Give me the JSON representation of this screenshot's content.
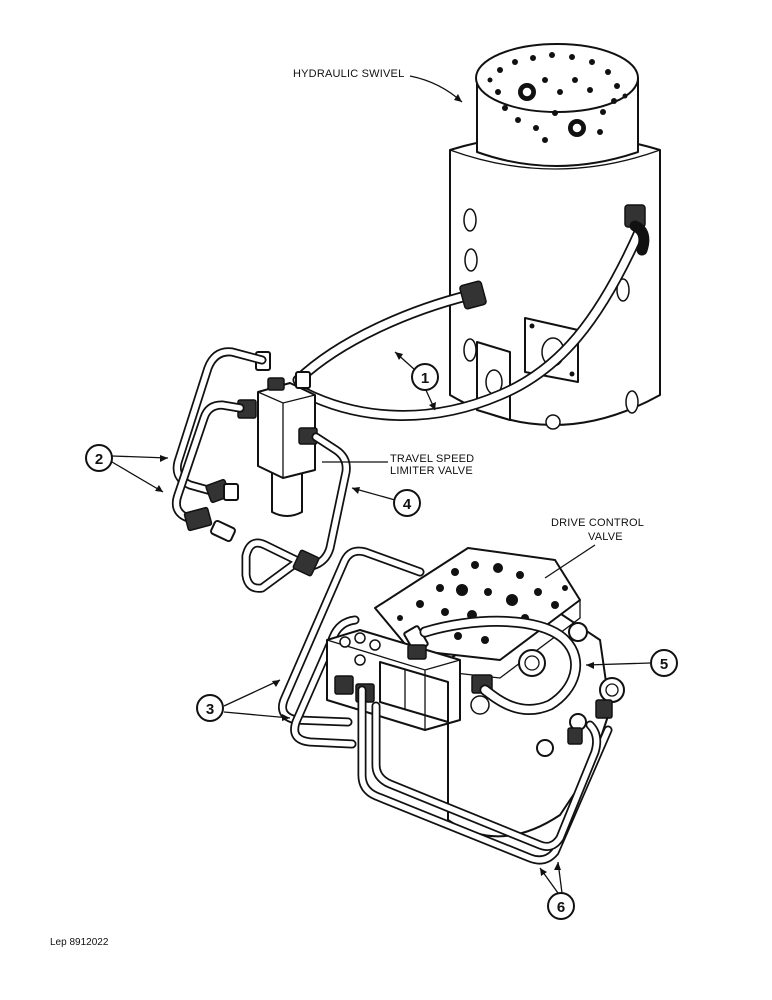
{
  "labels": {
    "hydraulic_swivel": "HYDRAULIC SWIVEL",
    "travel_speed_line1": "TRAVEL SPEED",
    "travel_speed_line2": "LIMITER VALVE",
    "drive_control_line1": "DRIVE CONTROL",
    "drive_control_line2": "VALVE"
  },
  "callouts": [
    "1",
    "2",
    "3",
    "4",
    "5",
    "6"
  ],
  "reference": "Lep 8912022"
}
